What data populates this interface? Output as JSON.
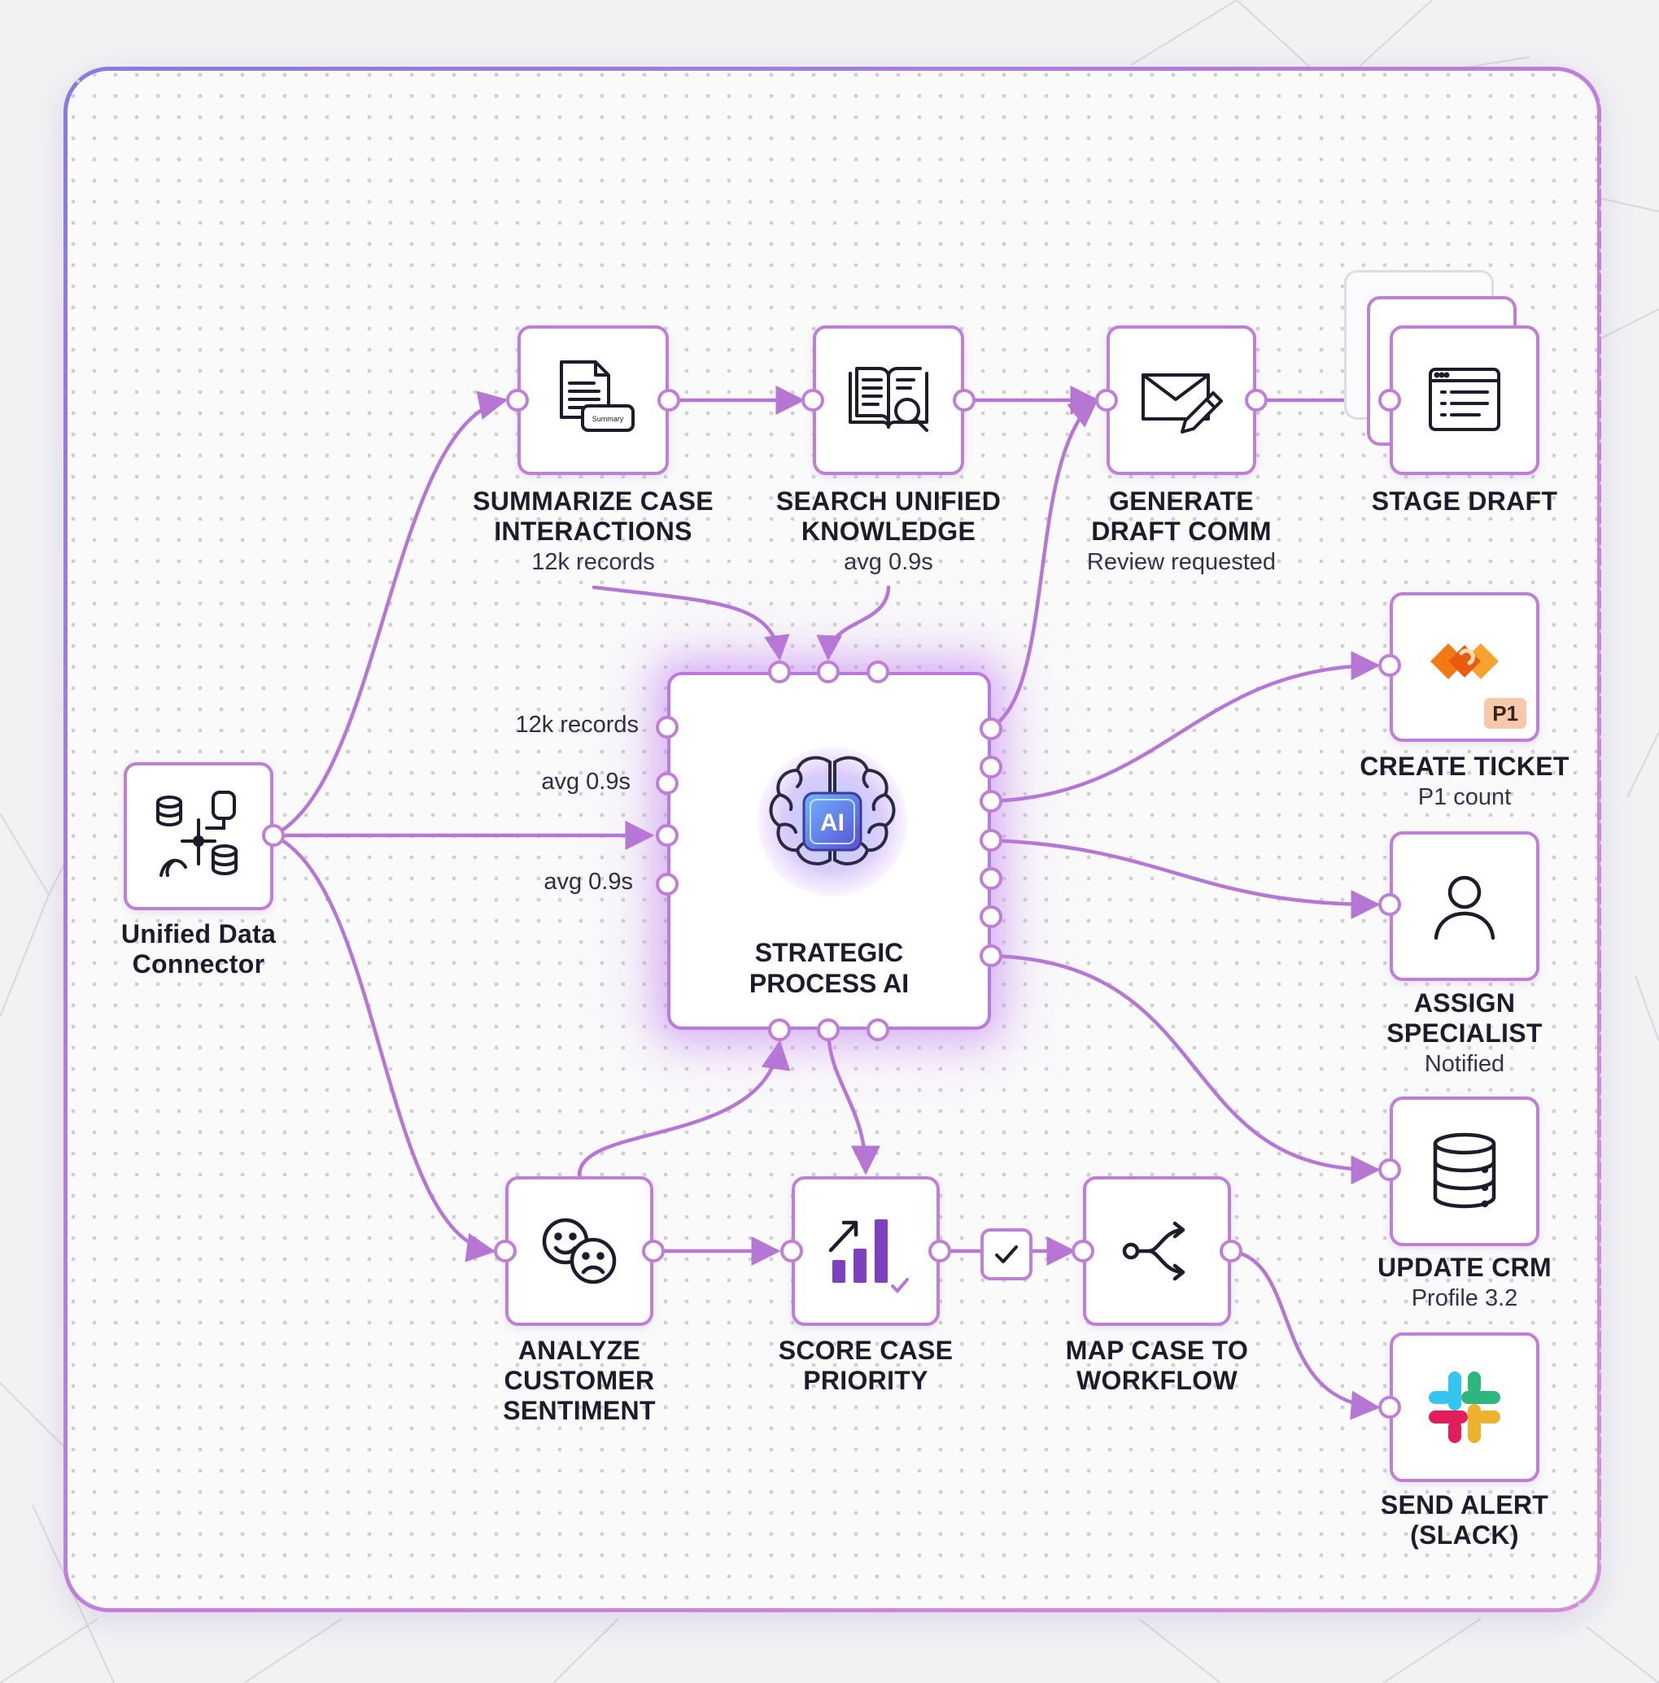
{
  "colors": {
    "accent": "#c07fd6",
    "connector": "#b576d4",
    "hub_glow": "#c784f2",
    "ai_chip": "#5a63d6",
    "jira_orange": "#f08b1d",
    "slack_green": "#2eb67d",
    "slack_blue": "#36c5f0",
    "slack_red": "#e01e5a",
    "slack_yellow": "#ecb22e",
    "bar_purple": "#7f3fc1"
  },
  "hub": {
    "title_line1": "STRATEGIC",
    "title_line2": "PROCESS AI",
    "chip_label": "AI",
    "side_labels": [
      "12k records",
      "avg 0.9s",
      "avg 0.9s"
    ]
  },
  "nodes": {
    "source": {
      "title_line1": "Unified Data",
      "title_line2": "Connector",
      "icon": "data-connector-icon"
    },
    "summarize": {
      "title_line1": "SUMMARIZE CASE",
      "title_line2": "INTERACTIONS",
      "sub": "12k records",
      "icon": "document-summary-icon",
      "icon_tag": "Summary"
    },
    "search": {
      "title_line1": "SEARCH UNIFIED",
      "title_line2": "KNOWLEDGE",
      "sub": "avg 0.9s",
      "icon": "book-search-icon"
    },
    "generate": {
      "title_line1": "GENERATE",
      "title_line2": "DRAFT COMM",
      "sub": "Review requested",
      "icon": "mail-edit-icon"
    },
    "stage": {
      "title_line1": "STAGE DRAFT",
      "icon": "browser-list-icon"
    },
    "ticket": {
      "title_line1": "CREATE TICKET",
      "sub": "P1 count",
      "icon": "jira-icon",
      "badge": "P1"
    },
    "assign": {
      "title_line1": "ASSIGN",
      "title_line2": "SPECIALIST",
      "sub": "Notified",
      "icon": "user-icon"
    },
    "crm": {
      "title_line1": "UPDATE CRM",
      "sub": "Profile 3.2",
      "icon": "database-icon"
    },
    "slack": {
      "title_line1": "SEND ALERT",
      "title_line2": "(SLACK)",
      "icon": "slack-icon"
    },
    "sentiment": {
      "title_line1": "ANALYZE",
      "title_line2": "CUSTOMER",
      "title_line3": "SENTIMENT",
      "icon": "sentiment-faces-icon"
    },
    "score": {
      "title_line1": "SCORE CASE",
      "title_line2": "PRIORITY",
      "icon": "bar-chart-trend-icon"
    },
    "map": {
      "title_line1": "MAP CASE TO",
      "title_line2": "WORKFLOW",
      "icon": "branch-icon"
    }
  },
  "gate": {
    "icon": "checkmark-icon"
  }
}
